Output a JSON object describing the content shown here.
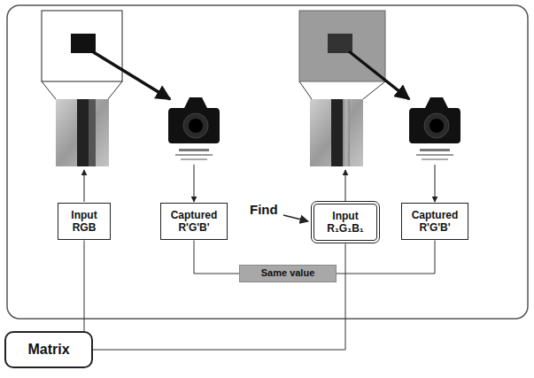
{
  "diagram": {
    "nodes": [
      {
        "text": [
          "Input RGB"
        ]
      },
      {
        "text": [
          "Captured R'G'B'"
        ]
      },
      {
        "text": [
          "Input R₁G₁B₁"
        ]
      },
      {
        "text": [
          "Captured R'G'B'"
        ]
      },
      {
        "text": [
          "Same value"
        ]
      },
      {
        "text": [
          "Matrix"
        ]
      }
    ],
    "edges": [
      {
        "from": 1,
        "to": 4,
        "arrow": "none"
      },
      {
        "from": 4,
        "to": 3,
        "arrow": "none"
      },
      {
        "from": 5,
        "to": 0,
        "arrow": "none"
      },
      {
        "from": 5,
        "to": 2,
        "arrow": "none"
      }
    ],
    "labels": [
      "Find"
    ]
  }
}
